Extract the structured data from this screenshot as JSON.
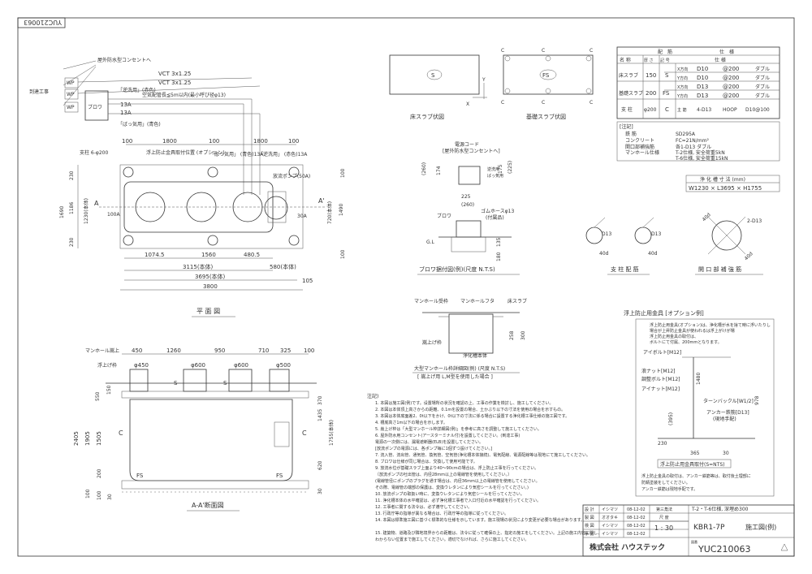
{
  "corner_code": "YUC210063",
  "plan": {
    "title": "平 面 図",
    "labels": {
      "outdoor_outlet": "屋外防水型コンセントへ",
      "breaker": "到達工事",
      "wp": "WP",
      "vct1": "VCT 3x1.25",
      "vct2": "VCT 3x1.25",
      "air_pipe": "空気配管長≦5m以内(最小呼び径φ13)",
      "blower": "ブロワ",
      "pipe13a_1": "13A",
      "pipe13a_2": "13A",
      "recirc": "「逆洗用」(赤色)",
      "aeration": "「ばっ気用」(青色)",
      "pillar": "支柱 6-φ200",
      "float_fix": "浮上防止金具取付位置 (オプション)",
      "aeration_13a": "「ばっ気用」 (青色)13A",
      "recirc_13a": "「逆洗用」 (赤色)13A",
      "inlet": "100A",
      "outlet": "30A",
      "discharge_pump": "放流ポンプ(50A)",
      "section_a": "A",
      "section_a2": "A'"
    },
    "dims": {
      "top": [
        "100",
        "1800",
        "100",
        "1800",
        "100"
      ],
      "left": [
        "230",
        "1186",
        "230",
        "1690",
        "1230(本体)",
        "1490"
      ],
      "right": [
        "720(本体)",
        "100",
        "100"
      ],
      "bottom": [
        "1074.5",
        "1560",
        "480.5",
        "3115(本体)",
        "580(本体)",
        "3695(本体)",
        "3800",
        "105"
      ]
    }
  },
  "section": {
    "title": "A-A'断面図",
    "labels": {
      "manhole_riser": "マンホール嵩上",
      "float_bracket": "浮上げ枠",
      "s": "S",
      "c": "C",
      "fs": "FS",
      "phi450": "φ450",
      "phi600a": "φ600",
      "phi600b": "φ600",
      "phi500": "φ500"
    },
    "dims": {
      "top": [
        "450",
        "1260",
        "950",
        "710",
        "325",
        "100"
      ],
      "left": [
        "2405",
        "1905",
        "1505",
        "550",
        "150",
        "200",
        "100",
        "100",
        "30"
      ],
      "right": [
        "1435",
        "1755(本体)",
        "620",
        "370",
        "30"
      ]
    }
  },
  "slab": {
    "floor_title": "床スラブ伏図",
    "base_title": "基礎スラブ伏図",
    "s": "S",
    "fs": "FS",
    "c": "C",
    "x": "X",
    "y": "Y"
  },
  "spec_table": {
    "header": [
      "配",
      "筋",
      "仕",
      "様"
    ],
    "cols": [
      "名 称",
      "厚 さ",
      "記 号",
      "仕 様"
    ],
    "rows": [
      {
        "name": "床スラブ",
        "thk": "150",
        "sym": "S",
        "dir": "X方向",
        "bar": "D10",
        "pitch": "@200",
        "type": "ダブル"
      },
      {
        "name": "",
        "thk": "",
        "sym": "",
        "dir": "Y方向",
        "bar": "D10",
        "pitch": "@200",
        "type": "ダブル"
      },
      {
        "name": "基礎スラブ",
        "thk": "200",
        "sym": "FS",
        "dir": "X方向",
        "bar": "D13",
        "pitch": "@200",
        "type": "ダブル"
      },
      {
        "name": "",
        "thk": "",
        "sym": "",
        "dir": "Y方向",
        "bar": "D13",
        "pitch": "@200",
        "type": "ダブル"
      },
      {
        "name": "支 柱",
        "thk": "φ200",
        "sym": "C",
        "dir": "主 筋",
        "bar": "4-D13",
        "pitch": "HOOP",
        "type": "D10@100"
      }
    ]
  },
  "notes_box": {
    "title": "[注記]",
    "items": [
      {
        "k": "鉄 筋",
        "v": "SD295A"
      },
      {
        "k": "コンクリート",
        "v": "FC=21N/mm²"
      },
      {
        "k": "開口部補強筋",
        "v": "各1-D13 ダブル"
      },
      {
        "k": "マンホール仕様",
        "v": "T-2仕様, 安全荷重5kN"
      },
      {
        "k": "",
        "v": "T-6仕様, 安全荷重15kN"
      }
    ]
  },
  "size_box": {
    "title": "浄 化 槽 寸 法 (mm)",
    "value": "W1230 × L3695 × H1755"
  },
  "blower_detail": {
    "title": "ブロワ据付図(例)(尺度 N.T.S)",
    "labels": {
      "cord": "電源コード",
      "outlet": "[屋外防水型コンセントへ]",
      "recirc": "逆洗用",
      "aeration": "ばっ気用",
      "blower": "ブロワ",
      "hose": "ゴムホースφ13",
      "hose2": "(付属品)",
      "gl": "G.L"
    },
    "dims": [
      "(260)",
      "174",
      "225",
      "(260)",
      "175",
      "(225)",
      "135",
      "180"
    ]
  },
  "bars": {
    "pillar_title": "支 柱 配 筋",
    "opening_title": "開 口 部 補 強 筋",
    "d13": "D13",
    "d13b": "D13",
    "d13c": "2-D13",
    "d40": "40d",
    "d40b": "40d",
    "d40c": "40d",
    "d40d": "40d"
  },
  "manhole_detail": {
    "title": "大型マンホール枠詳細図(例) (尺度 N.T.S)",
    "subtitle": "[ 嵩上げ用 L,M型を使用した場合 ]",
    "labels": {
      "receive": "マンホール受枠",
      "cover": "マンホールフタ",
      "slab": "床スラブ",
      "riser": "嵩上げ枠",
      "body": "浄化槽本体"
    },
    "dims": [
      "258",
      "300"
    ]
  },
  "float_detail": {
    "heading": "浮上防止用金具 [オプション例]",
    "desc": [
      "浮上防止用金具(オプション)は、浄化槽が水を捨て時に浮いたりし",
      "場合が上昇防止金具が使われるは浮上がけが場",
      "浮上防止用金具の取付は、",
      "ボルトにて付属、200mmとなります。"
    ],
    "labels": {
      "eyebolt": "アイボルト[M12]",
      "turnbuckle": "浪ナット[M12]",
      "adjust_bolt": "調整ボルト[M12]",
      "eyenut": "アイナット[M12]",
      "turn": "ターンバックル[W1/2]",
      "anchor": "アンカー鉄筋[D13]",
      "anchor2": "(現地手配)",
      "caption": "浮上防止用金具取付(S=NTS)",
      "note1": "浮上防止金具の取付は、アンカー鉄筋等は、取付後土埋部に",
      "note2": "防錆塗装をしてください。",
      "note3": "アンカー鉄筋は現地手配です。"
    },
    "dims": [
      "1480",
      "978",
      "(395)",
      "230",
      "365",
      "30"
    ]
  },
  "notes": {
    "title": "注記)",
    "items": [
      "1. 本図は施工図(例)です。设置場所の状況を確認の上、工事の作業を検討し、施工してください。",
      "2. 本図は本体頂上高さからの距離、0.1mを設置の場合、土かぶり以下の寸法を使用の場合を示すもの。",
      "3. 本図は本体底面差2、0t以下をかけ、0t以下の寸法に係る場合に設置する浄化槽工事仕様の施工図です。",
      "4. 槽底高さ1m以下の場合を示します。",
      "5. 嵩上げ枠は「大型マンホール枠詳細図(例)」を参考に高さを調整して施工してください。",
      "6. 屋外防水用コンセント(アースターミナル付)を設置してください。(到達工事)",
      "   電源の一次側には、漏電遮断器(ELB)を設置してください。",
      "   [放流ポンプの電源には、各ポンプ毎に1個ずつ設けてください。]",
      "7. 流入管、流出管、通気管、換気管、空気管(浄化槽本体接続)、電気配線、電源配線等は現地にて施工してください。",
      "8. ブロワは仕様が同じ場合は、交換して使用可能です。",
      "9. 放流水位が基礎スラブ上面より40〜90cmの場合は、浮上防止工事を行ってください。",
      "   〔放流ポンプの吐出管は、内径28mm以上の電線管を使用してください。〕",
      "   (電線管径にポンプのプラグを通す場合は、内径36mm以上の電線管を使用してください。",
      "    その際、電線管の端部の保護は、変換ウレタンにより気密シールを行ってください。)",
      "10. 放流ポンプの取扱い時に、変換ウレタンにより気密シールを行ってください。",
      "11. 浄化槽本体の水平確認は、必ず浄化槽工事者で入口付近の水平確認を行ってください。",
      "12. 工事者に関する法令は、必ず遵守してください。",
      "13. 行政庁等の指導が異なる場合は、行政庁等の指導に従ってください。",
      "14. 本図は標準施工図に基づく標準的な仕様を示しています。施工現場の状況により変更が必要な場合があります。",
      "15. 建築物、道路及び隣地境界からの距離は、法令に従って確保の上、指定の施工をしてください。上記の施工内容に関し、",
      "    わからない位置まで施工してください。適切でなければ、さらに施工してください。"
    ]
  },
  "title_block": {
    "rows": [
      {
        "role": "設 計",
        "name": "イシマツ",
        "date": "08-12-02"
      },
      {
        "role": "製 図",
        "name": "オオタキ",
        "date": "08-12-02"
      },
      {
        "role": "検 図",
        "name": "イシマツ",
        "date": "08-12-02"
      },
      {
        "role": "承 認",
        "name": "イシマツ",
        "date": "08-12-02"
      }
    ],
    "scale_label": "尺 度",
    "scale": "1 : 30",
    "date_label": "第三角法",
    "product": "T-2・T-6仕様, 深埋め300",
    "model": "KBR1-7P",
    "drawing_name": "施工図(例)",
    "company": "株式会社 ハウステック",
    "drawing_no": "YUC210063",
    "no_label": "図番"
  }
}
